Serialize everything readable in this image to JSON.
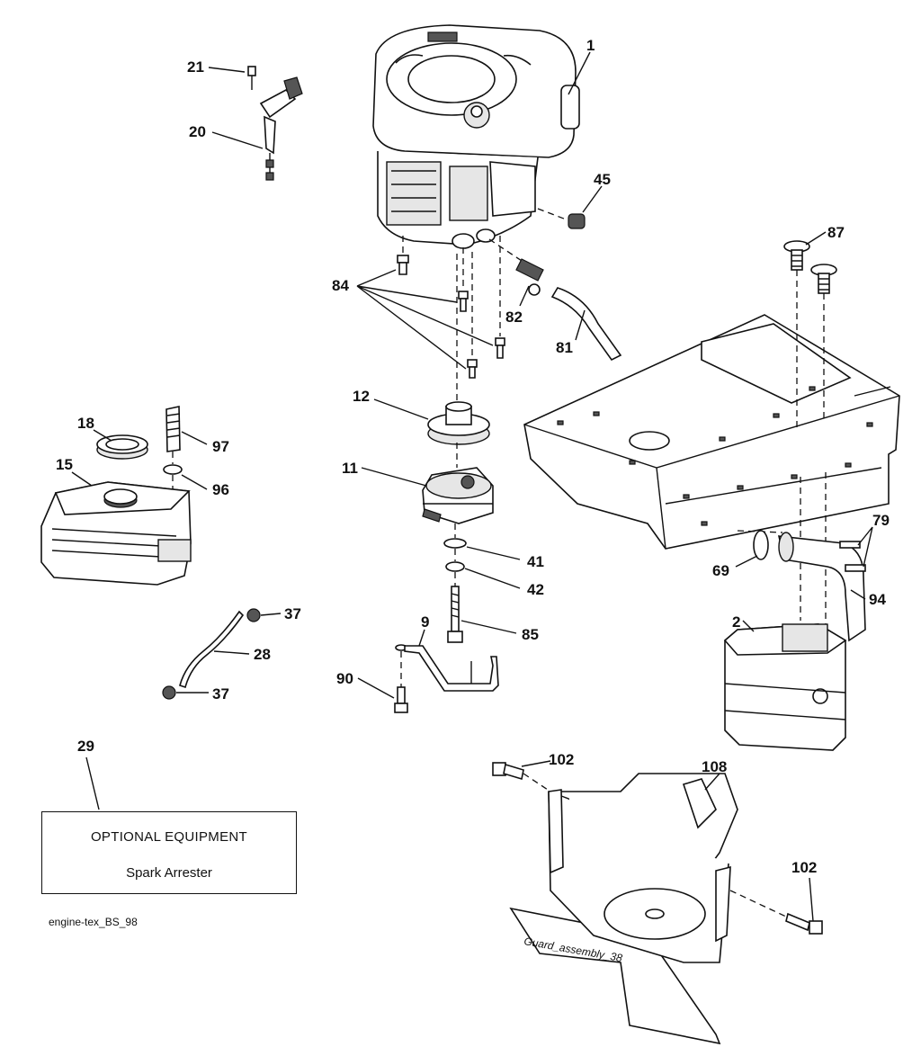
{
  "diagram": {
    "callouts": [
      "1",
      "21",
      "20",
      "45",
      "84",
      "82",
      "81",
      "87",
      "12",
      "18",
      "97",
      "15",
      "96",
      "11",
      "41",
      "42",
      "37",
      "28",
      "9",
      "85",
      "90",
      "79",
      "69",
      "94",
      "2",
      "29",
      "102",
      "108"
    ],
    "optional_box": {
      "title": "OPTIONAL EQUIPMENT",
      "subtitle": "Spark Arrester"
    },
    "reference_code": "engine-tex_BS_98",
    "guard_label": "Guard_assembly_38"
  }
}
